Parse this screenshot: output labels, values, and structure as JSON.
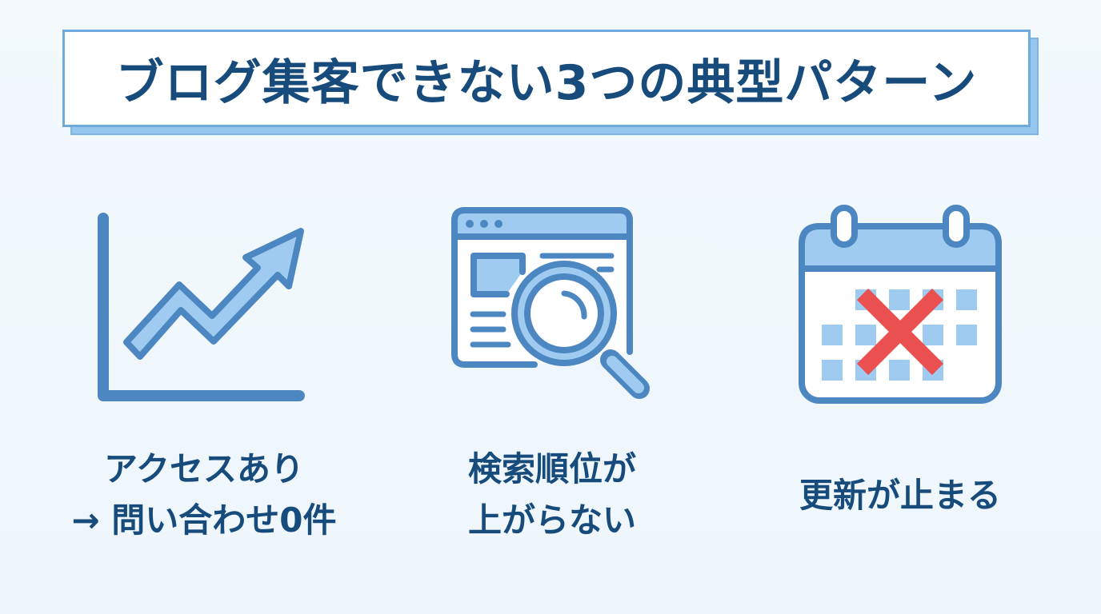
{
  "title": "ブログ集客できない3つの典型パターン",
  "colors": {
    "background": "#f1f8fd",
    "title_text": "#174b7c",
    "title_border": "#6faadc",
    "title_shadow": "#95c6ef",
    "icon_stroke": "#4c87c1",
    "icon_fill": "#9fcbf1",
    "cross_red": "#e9504f"
  },
  "patterns": [
    {
      "icon": "rising-chart-icon",
      "lines": [
        "アクセスあり",
        "→ 問い合わせ0件"
      ]
    },
    {
      "icon": "search-browser-icon",
      "lines": [
        "検索順位が",
        "上がらない"
      ]
    },
    {
      "icon": "calendar-cross-icon",
      "lines": [
        "更新が止まる"
      ]
    }
  ]
}
